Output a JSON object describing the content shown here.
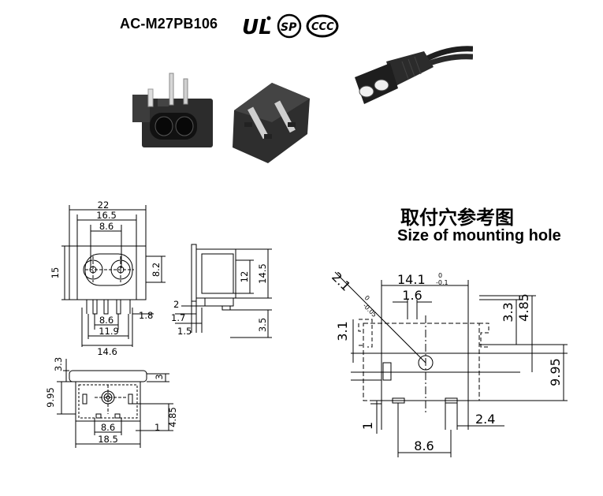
{
  "header": {
    "model": "AC-M27PB106",
    "certs": [
      {
        "icon": "ul-recognized-mark-icon",
        "text": "UL"
      },
      {
        "icon": "csa-mark-icon",
        "text": "SP"
      },
      {
        "icon": "ccc-mark-icon",
        "text": "CCC"
      }
    ]
  },
  "mounting": {
    "title_cn": "取付穴参考图",
    "title_en": "Size of mounting hole"
  },
  "front_view": {
    "dims": {
      "d22": "22",
      "d16_5": "16.5",
      "d8_6": "8.6",
      "d15": "15",
      "d8_2": "8.2",
      "d8_6b": "8.6",
      "d11_9": "11.9",
      "d14_6": "14.6",
      "d1_8": "1.8"
    }
  },
  "side_view": {
    "dims": {
      "d12": "12",
      "d14_5": "14.5",
      "d2": "2",
      "d1_7": "1.7",
      "d1_5": "1.5",
      "d3_5": "3.5"
    }
  },
  "bottom_view": {
    "dims": {
      "d3_3": "3.3",
      "d3": "3",
      "d9_95": "9.95",
      "d4_85": "4.85",
      "d8_6": "8.6",
      "d1": "1",
      "d18_5": "18.5"
    }
  },
  "hole_view": {
    "dims": {
      "width": "14.1",
      "width_tol_top": "0",
      "width_tol_bot": "-0.1",
      "dia": "2.1",
      "dia_tol_top": "0",
      "dia_tol_bot": "-0.05",
      "d1_6": "1.6",
      "d3_3": "3.3",
      "d4_85": "4.85",
      "d3_1": "3.1",
      "d9_95": "9.95",
      "d1": "1",
      "d2_4": "2.4",
      "d8_6": "8.6"
    }
  },
  "colors": {
    "line": "#000000",
    "photo_dark": "#2a2a2a",
    "photo_mid": "#555555"
  }
}
